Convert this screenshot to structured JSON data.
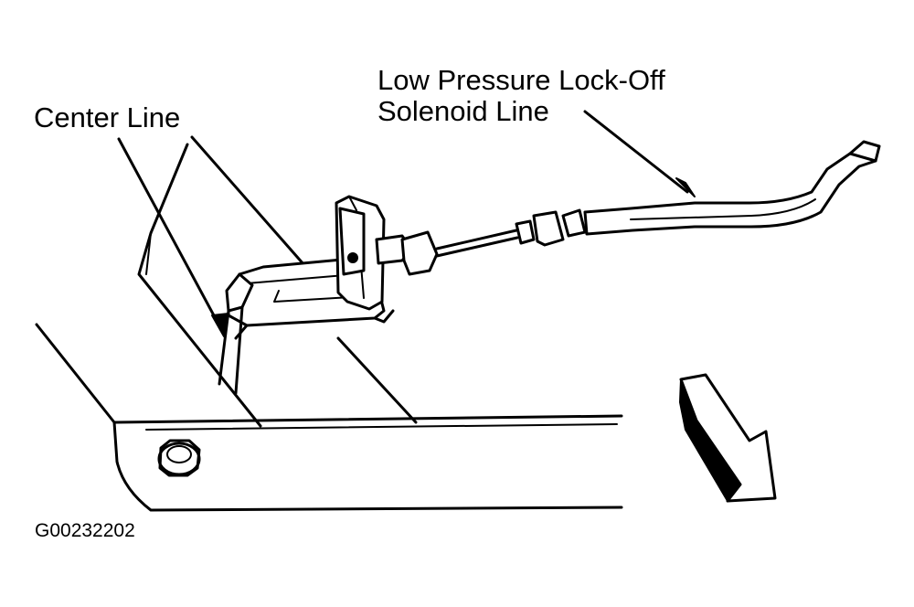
{
  "labels": {
    "center_line": "Center Line",
    "solenoid_line_1": "Low Pressure Lock-Off",
    "solenoid_line_2": "Solenoid Line"
  },
  "figure_id": "G00232202",
  "colors": {
    "line": "#000000",
    "background": "#ffffff"
  },
  "icons": [
    "direction-arrow-icon",
    "bolt-head-icon"
  ]
}
